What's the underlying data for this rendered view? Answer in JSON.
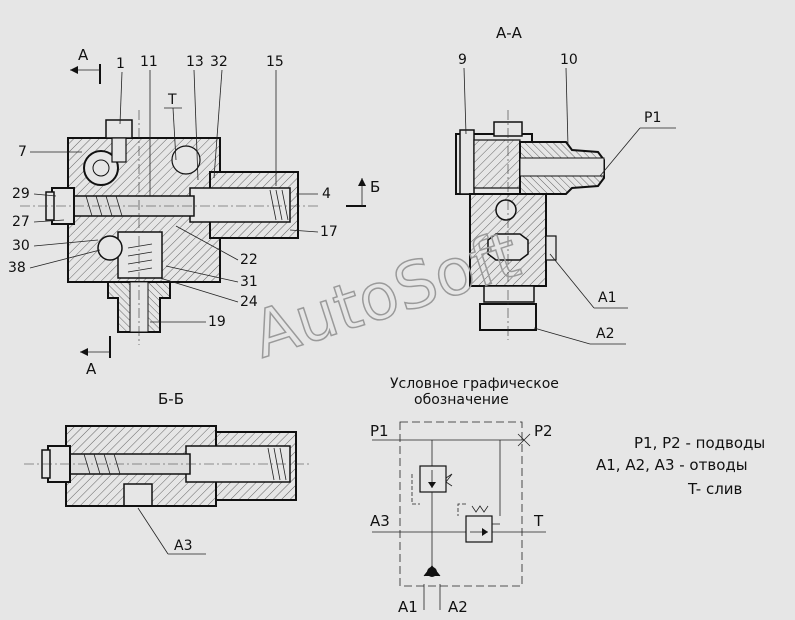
{
  "watermark": "AutoSoft",
  "section_titles": {
    "aa": "А-А",
    "bb": "Б-Б"
  },
  "section_markers": {
    "a_top": "А",
    "a_bottom": "А",
    "b": "Б",
    "t": "Т"
  },
  "main_view_callouts": [
    "1",
    "11",
    "13",
    "32",
    "15",
    "7",
    "29",
    "27",
    "30",
    "38",
    "4",
    "17",
    "22",
    "31",
    "24",
    "19"
  ],
  "aa_callouts": [
    "9",
    "10",
    "P1",
    "A1",
    "A2"
  ],
  "bb_callouts": [
    "A3"
  ],
  "symbol": {
    "caption_line1": "Условное графическое",
    "caption_line2": "обозначение",
    "p1": "P1",
    "p2": "P2",
    "a3": "A3",
    "t": "T",
    "a1": "A1",
    "a2": "A2"
  },
  "legend": {
    "line1": "P1, P2 - подводы",
    "line2": "A1, A2, A3 - отводы",
    "line3": "T- слив"
  }
}
